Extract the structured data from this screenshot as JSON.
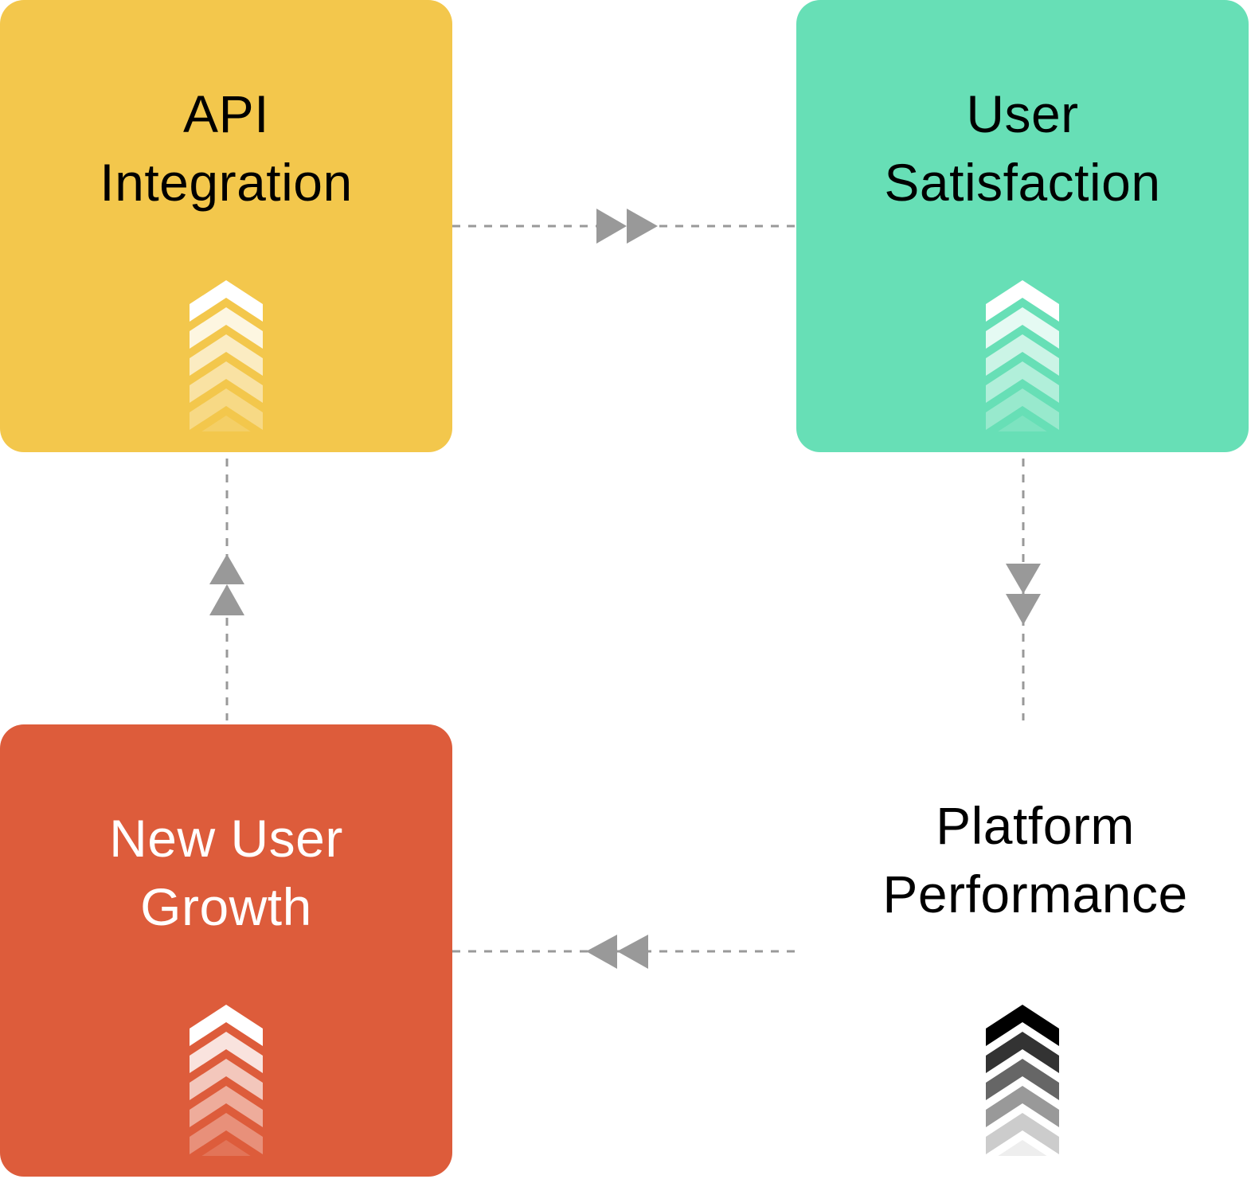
{
  "nodes": [
    {
      "id": "api-integration",
      "label_lines": [
        "API",
        "Integration"
      ],
      "fill": "#F3C74C",
      "text_color": "#000000",
      "chevron_color": "#FFFFFF",
      "chevron_count": 6
    },
    {
      "id": "user-satisfaction",
      "label_lines": [
        "User",
        "Satisfaction"
      ],
      "fill": "#67DFB6",
      "text_color": "#000000",
      "chevron_color": "#FFFFFF",
      "chevron_count": 6
    },
    {
      "id": "new-user-growth",
      "label_lines": [
        "New User",
        "Growth"
      ],
      "fill": "#DD5C3B",
      "text_color": "#FFFFFF",
      "chevron_color": "#FFFFFF",
      "chevron_count": 6
    },
    {
      "id": "platform-performance",
      "label_lines": [
        "Platform",
        "Performance"
      ],
      "fill": "#FFFFFF",
      "text_color": "#000000",
      "chevron_color": "#000000",
      "chevron_count": 6
    }
  ],
  "edges": [
    {
      "from": "api-integration",
      "to": "user-satisfaction",
      "style": "dashed",
      "arrow": "double-triangle"
    },
    {
      "from": "user-satisfaction",
      "to": "platform-performance",
      "style": "dashed",
      "arrow": "double-triangle"
    },
    {
      "from": "platform-performance",
      "to": "new-user-growth",
      "style": "dashed",
      "arrow": "double-triangle"
    },
    {
      "from": "new-user-growth",
      "to": "api-integration",
      "style": "dashed",
      "arrow": "double-triangle"
    }
  ],
  "connector_color": "#999999"
}
